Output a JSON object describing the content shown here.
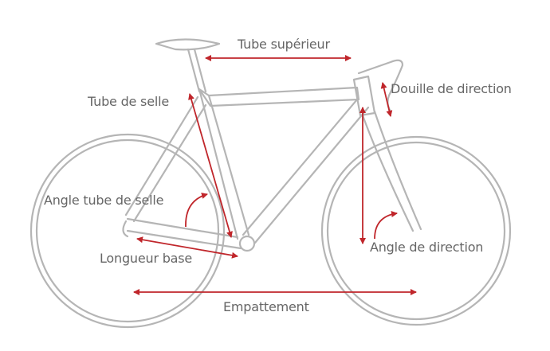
{
  "labels": {
    "top_tube": "Tube supérieur",
    "seat_tube": "Tube de selle",
    "head_tube": "Douille de direction",
    "seat_angle": "Angle tube de selle",
    "head_angle": "Angle de direction",
    "chainstay": "Longueur base",
    "wheelbase": "Empattement"
  },
  "colors": {
    "frame": "#b5b5b5",
    "arrow": "#c0262b",
    "text": "#666666"
  }
}
